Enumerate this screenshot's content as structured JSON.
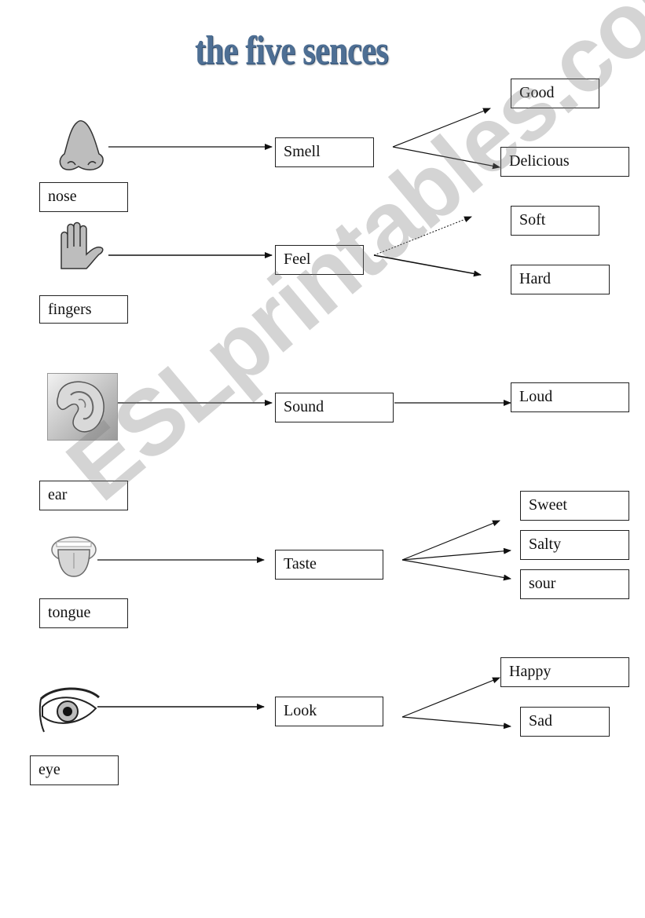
{
  "title": "the five sences",
  "watermark": "ESLprintables.com",
  "colors": {
    "title": "#4e6f94",
    "line": "#111111",
    "box_border": "#222222"
  },
  "rows": [
    {
      "organ": "nose",
      "sense": "Smell",
      "icon": "nose-icon",
      "results": [
        "Good",
        "Delicious"
      ]
    },
    {
      "organ": "fingers",
      "sense": "Feel",
      "icon": "hand-icon",
      "results": [
        "Soft",
        "Hard"
      ]
    },
    {
      "organ": "ear",
      "sense": "Sound",
      "icon": "ear-icon",
      "results": [
        "Loud"
      ]
    },
    {
      "organ": "tongue",
      "sense": "Taste",
      "icon": "tongue-icon",
      "results": [
        "Sweet",
        "Salty",
        "sour"
      ]
    },
    {
      "organ": "eye",
      "sense": "Look",
      "icon": "eye-icon",
      "results": [
        "Happy",
        "Sad"
      ]
    }
  ]
}
